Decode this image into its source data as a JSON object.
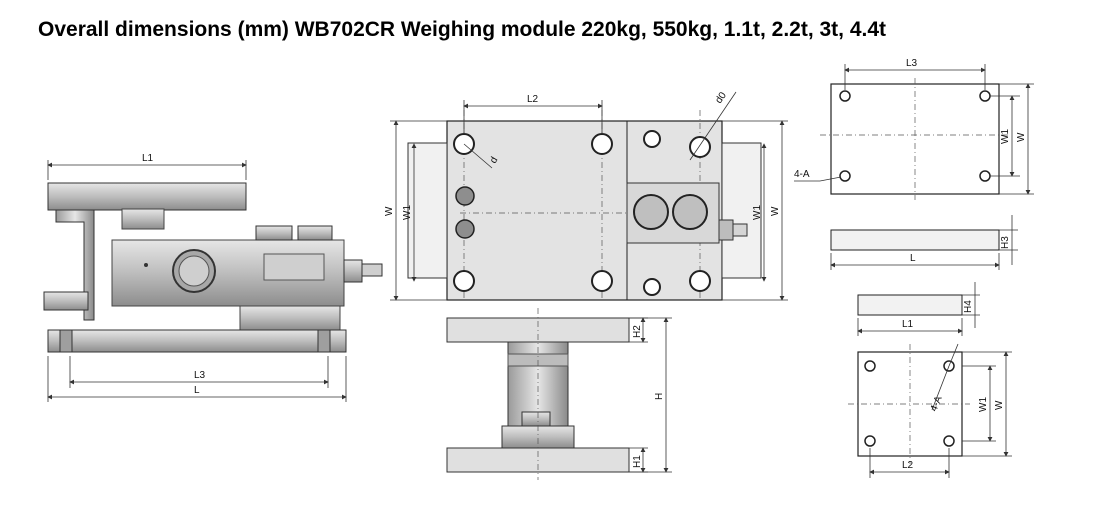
{
  "title": "Overall dimensions (mm) WB702CR Weighing module 220kg, 550kg, 1.1t, 2.2t, 3t, 4.4t",
  "labels": {
    "L1": "L1",
    "L2": "L2",
    "L3": "L3",
    "L": "L",
    "W": "W",
    "W1": "W1",
    "H": "H",
    "H1": "H1",
    "H2": "H2",
    "H3": "H3",
    "H4": "H4",
    "hole_d": "d",
    "hole_d0": "d0",
    "hole_4A": "4-A"
  },
  "colors": {
    "line": "#222222",
    "metal_light": "#d9d9d9",
    "metal_mid": "#a9a9a9",
    "metal_dark": "#6e6e6e",
    "background": "#ffffff"
  }
}
